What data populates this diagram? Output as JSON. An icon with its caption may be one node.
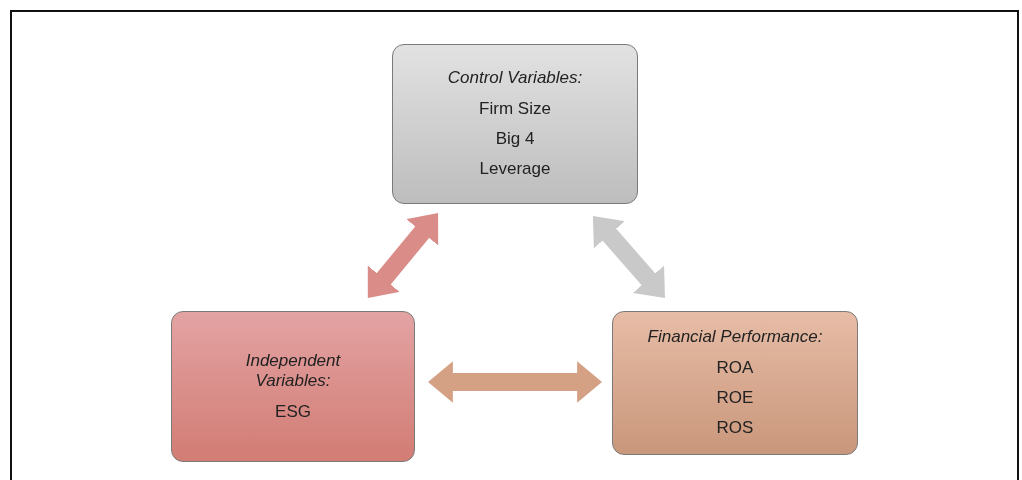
{
  "diagram": {
    "nodes": [
      {
        "text": [
          "Control Variables:",
          "Firm Size",
          "Big 4",
          "Leverage"
        ]
      },
      {
        "text": [
          "Independent Variables:",
          "ESG"
        ]
      },
      {
        "text": [
          "Financial Performance:",
          "ROA",
          "ROE",
          "ROS"
        ]
      }
    ],
    "edges": [
      {
        "from": 1,
        "to": 0,
        "arrow": "both",
        "color": "#d98c88"
      },
      {
        "from": 0,
        "to": 2,
        "arrow": "both",
        "color": "#c9c9c9"
      },
      {
        "from": 1,
        "to": 2,
        "arrow": "both",
        "color": "#d4a184"
      }
    ]
  }
}
